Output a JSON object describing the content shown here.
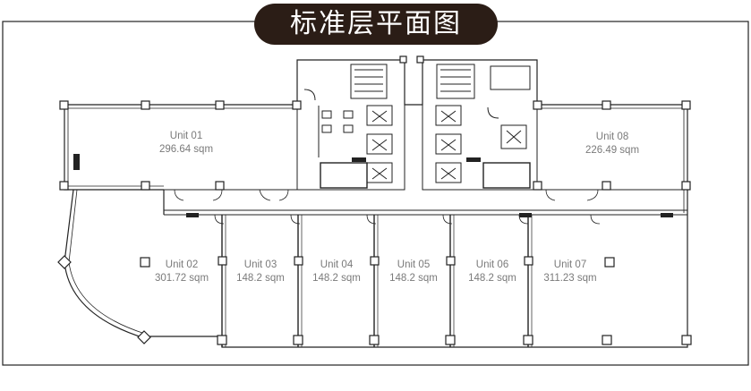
{
  "title": "标准层平面图",
  "colors": {
    "title_bg": "#2b1d16",
    "line": "#222222",
    "text": "#7a7a7a"
  },
  "units": [
    {
      "id": "u01",
      "name": "Unit 01",
      "area": "296.64 sqm"
    },
    {
      "id": "u02",
      "name": "Unit 02",
      "area": "301.72 sqm"
    },
    {
      "id": "u03",
      "name": "Unit 03",
      "area": "148.2 sqm"
    },
    {
      "id": "u04",
      "name": "Unit 04",
      "area": "148.2 sqm"
    },
    {
      "id": "u05",
      "name": "Unit 05",
      "area": "148.2 sqm"
    },
    {
      "id": "u06",
      "name": "Unit 06",
      "area": "148.2 sqm"
    },
    {
      "id": "u07",
      "name": "Unit 07",
      "area": "311.23 sqm"
    },
    {
      "id": "u08",
      "name": "Unit 08",
      "area": "226.49 sqm"
    }
  ]
}
